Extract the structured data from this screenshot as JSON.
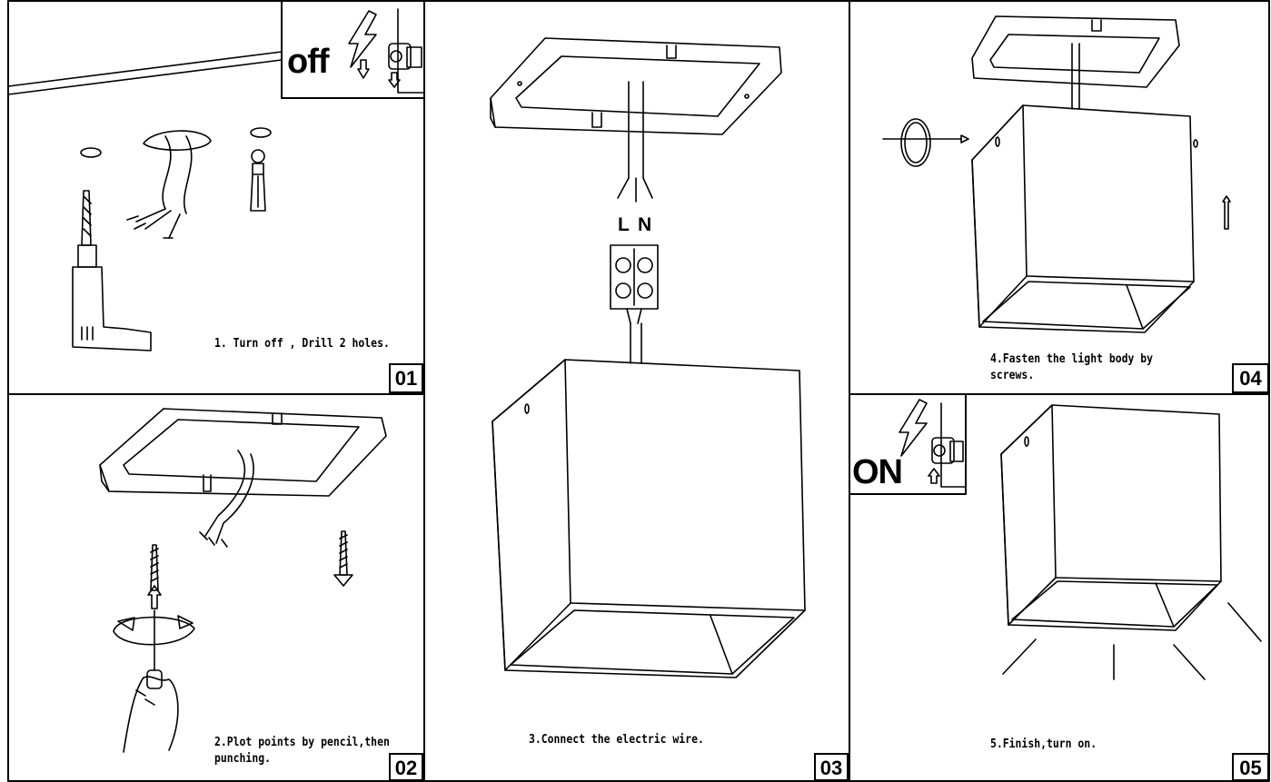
{
  "panels": {
    "p1": {
      "caption": "1. Turn off , Drill 2 holes.",
      "number": "01",
      "switch_text": "off"
    },
    "p2": {
      "caption_line1": "2.Plot points by pencil,then",
      "caption_line2": "punching.",
      "number": "02"
    },
    "p3": {
      "caption": "3.Connect the electric wire.",
      "number": "03",
      "terminal_L": "L",
      "terminal_N": "N"
    },
    "p4": {
      "caption_line1": "4.Fasten the light body by",
      "caption_line2": "screws.",
      "number": "04"
    },
    "p5": {
      "caption": "5.Finish,turn on.",
      "number": "05",
      "switch_text": "ON"
    }
  },
  "icons": [
    "drill-icon",
    "wall-plug-icon",
    "screw-icon",
    "screwdriver-hand-icon",
    "rotate-arrows-icon",
    "lightning-icon",
    "switch-icon",
    "mounting-plate-icon",
    "terminal-block-icon",
    "cube-light-icon",
    "hex-key-icon",
    "light-rays-icon"
  ]
}
